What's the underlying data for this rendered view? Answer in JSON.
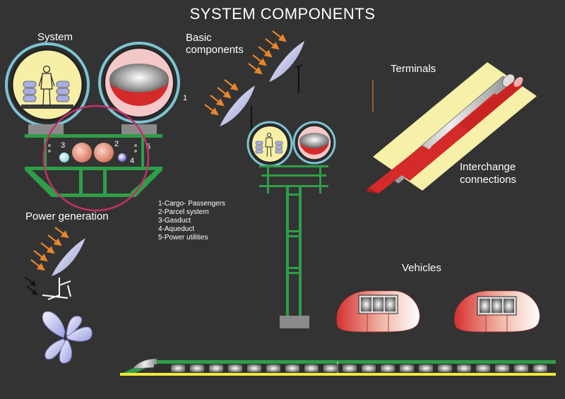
{
  "title": "SYSTEM COMPONENTS",
  "labels": {
    "system": "System",
    "basic_components": [
      "Basic",
      "components"
    ],
    "terminals": "Terminals",
    "interchange": [
      "Interchange",
      "connections"
    ],
    "power_generation": "Power generation",
    "vehicles": "Vehicles"
  },
  "numbers": {
    "n1": "1",
    "n2": "2",
    "n3": "3",
    "n4": "4",
    "n5": "5"
  },
  "legend": [
    "1-Cargo- Passengers",
    "2-Parcel system",
    "3-Gasduct",
    "4-Aqueduct",
    "5-Power utilities"
  ],
  "colors": {
    "background": "#333333",
    "structure_green": "#2e9e48",
    "tube_ring": "#7cc4d4",
    "capsule_red": "#d42a2a",
    "arrow_orange": "#e8862a",
    "track_yellow": "#f2e93a",
    "terminal_pad": "#f6f0a8",
    "highlight_circle": "#c4306a",
    "panel_lavender": "#b4b8e6"
  }
}
